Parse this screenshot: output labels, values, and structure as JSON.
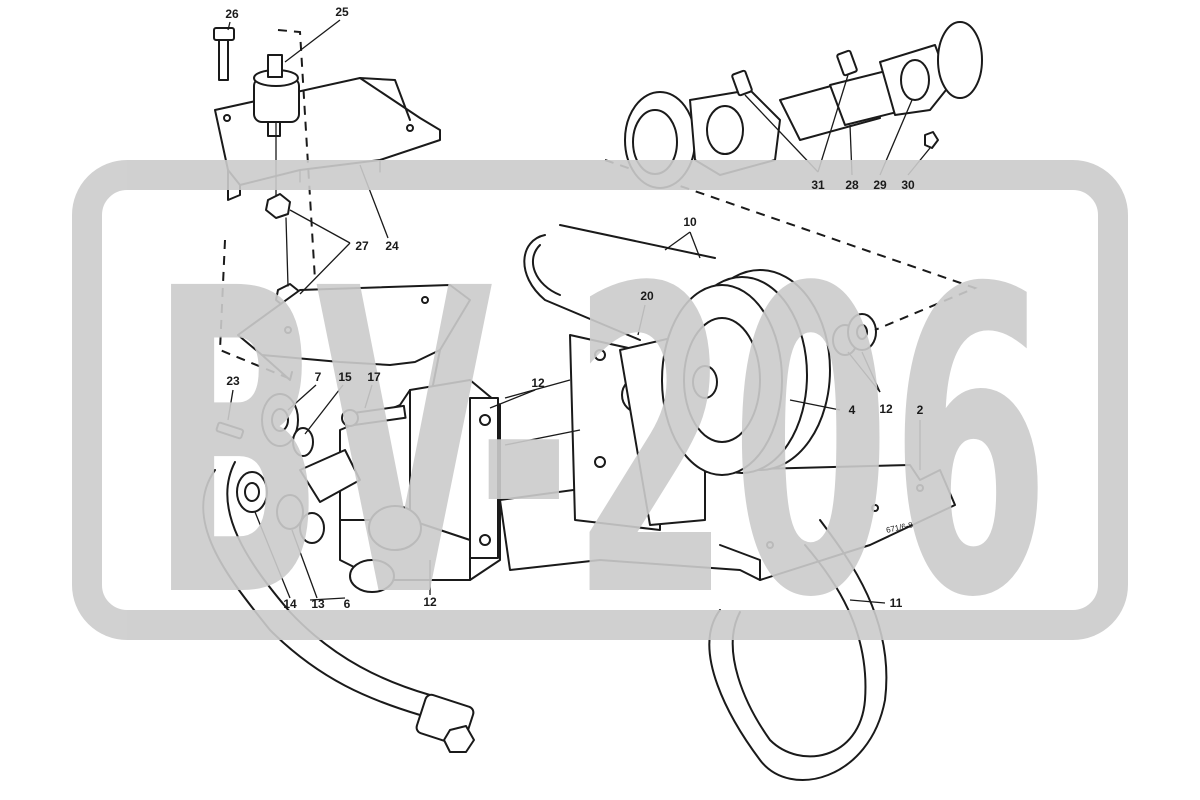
{
  "watermark": {
    "text": "BV-206",
    "color": "#cccccc"
  },
  "diagram": {
    "part_labels": [
      "26",
      "25",
      "27",
      "24",
      "23",
      "7",
      "15",
      "17",
      "12",
      "14",
      "13",
      "6",
      "12",
      "20",
      "10",
      "4",
      "12",
      "2",
      "11",
      "31",
      "28",
      "29",
      "30"
    ],
    "stamp_text": "671/6-8"
  },
  "colors": {
    "ink": "#1a1a1a",
    "background": "#ffffff"
  }
}
